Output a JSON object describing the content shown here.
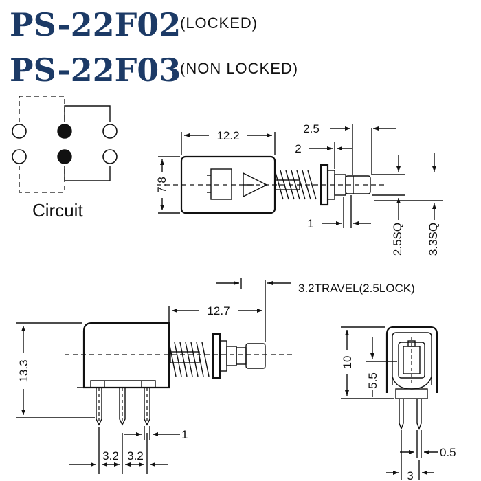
{
  "titles": {
    "model_1": "PS-22F02",
    "model_1_type": "(LOCKED)",
    "model_2": "PS-22F03",
    "model_2_type": "(NON LOCKED)"
  },
  "circuit": {
    "caption": "Circuit"
  },
  "top_view": {
    "body_length": "12.2",
    "body_height": "7.8",
    "dim_2_5": "2.5",
    "dim_2": "2",
    "dim_1": "1",
    "stem_2_5sq": "2.5SQ",
    "stem_3_3sq": "3.3SQ"
  },
  "side_view": {
    "travel": "3.2TRAVEL(2.5LOCK)",
    "length": "12.7",
    "height": "13.3",
    "pitch_1": "3.2",
    "pitch_2": "3.2",
    "pin_width": "1"
  },
  "end_view": {
    "height_10": "10",
    "height_5_5": "5.5",
    "pin_thickness": "0.5",
    "width_3": "3"
  }
}
